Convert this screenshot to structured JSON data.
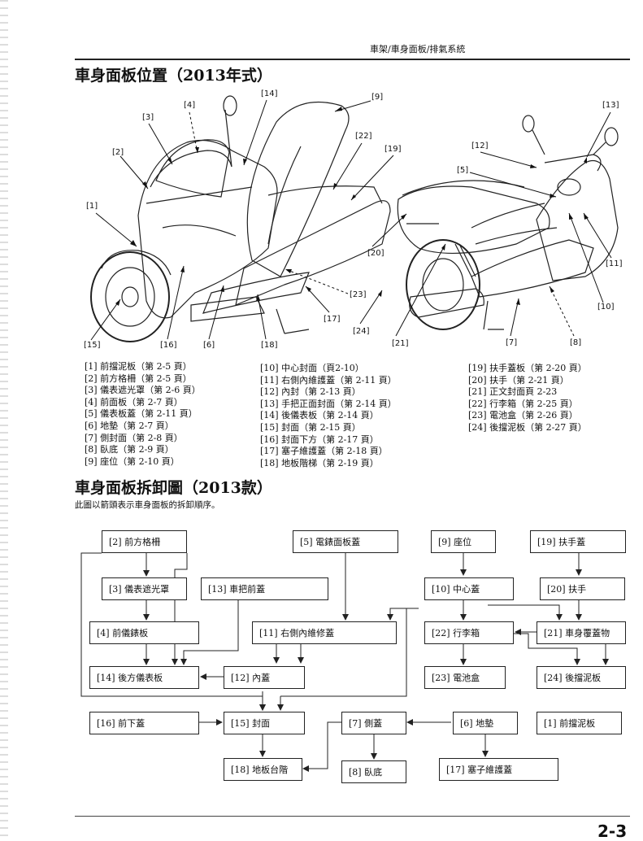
{
  "header": {
    "chapter": "車架/車身面板/排氣系統"
  },
  "section1": {
    "title": "車身面板位置（2013年式）"
  },
  "diagram_labels": {
    "l1": "[1]",
    "l2": "[2]",
    "l3": "[3]",
    "l4": "[4]",
    "l5": "[5]",
    "l6": "[6]",
    "l7": "[7]",
    "l8": "[8]",
    "l9": "[9]",
    "l10": "[10]",
    "l11": "[11]",
    "l12": "[12]",
    "l13": "[13]",
    "l14": "[14]",
    "l15": "[15]",
    "l16": "[16]",
    "l17": "[17]",
    "l18": "[18]",
    "l19": "[19]",
    "l20": "[20]",
    "l21": "[21]",
    "l22": "[22]",
    "l23": "[23]",
    "l24": "[24]"
  },
  "legend": [
    "[1] 前擋泥板（第 2-5 頁）",
    "[2] 前方格柵（第 2-5 頁）",
    "[3] 儀表遮光罩（第 2-6 頁）",
    "[4] 前面板（第 2-7 頁）",
    "[5] 儀表板蓋（第 2-11 頁）",
    "[6] 地墊（第 2-7 頁）",
    "[7] 側封面（第 2-8 頁）",
    "[8] 臥底（第 2-9 頁）",
    "[9] 座位（第 2-10 頁）",
    "[10] 中心封面（頁2-10）",
    "[11] 右側內維護蓋（第 2-11 頁）",
    "[12] 內封（第 2-13 頁）",
    "[13] 手把正面封面（第 2-14 頁）",
    "[14] 後儀表板（第 2-14 頁）",
    "[15] 封面（第 2-15 頁）",
    "[16] 封面下方（第 2-17 頁）",
    "[17] 塞子維護蓋（第 2-18 頁）",
    "[18] 地板階梯（第 2-19 頁）",
    "[19] 扶手蓋板（第 2-20 頁）",
    "[20] 扶手（第 2-21 頁）",
    "[21] 正文封面頁 2-23",
    "[22] 行李箱（第 2-25 頁）",
    "[23] 電池盒（第 2-26 頁）",
    "[24] 後擋泥板（第 2-27 頁）"
  ],
  "section2": {
    "title": "車身面板拆卸圖（2013款）",
    "intro": "此圖以箭頭表示車身面板的拆卸順序。"
  },
  "flow_boxes": {
    "b2": "[2] 前方格柵",
    "b5": "[5] 電錶面板蓋",
    "b9": "[9] 座位",
    "b19": "[19] 扶手蓋",
    "b3": "[3] 儀表遮光罩",
    "b13": "[13] 車把前蓋",
    "b10": "[10] 中心蓋",
    "b20": "[20] 扶手",
    "b4": "[4] 前儀錶板",
    "b11": "[11] 右側內維修蓋",
    "b22": "[22] 行李箱",
    "b21": "[21] 車身覆蓋物",
    "b14": "[14] 後方儀表板",
    "b12": "[12] 內蓋",
    "b23": "[23] 電池盒",
    "b24": "[24] 後擋泥板",
    "b16": "[16] 前下蓋",
    "b15": "[15] 封面",
    "b7": "[7] 側蓋",
    "b6": "[6] 地墊",
    "b1": "[1] 前擋泥板",
    "b18": "[18] 地板台階",
    "b8": "[8] 臥底",
    "b17": "[17] 塞子維護蓋"
  },
  "footer": {
    "page": "2-3"
  }
}
